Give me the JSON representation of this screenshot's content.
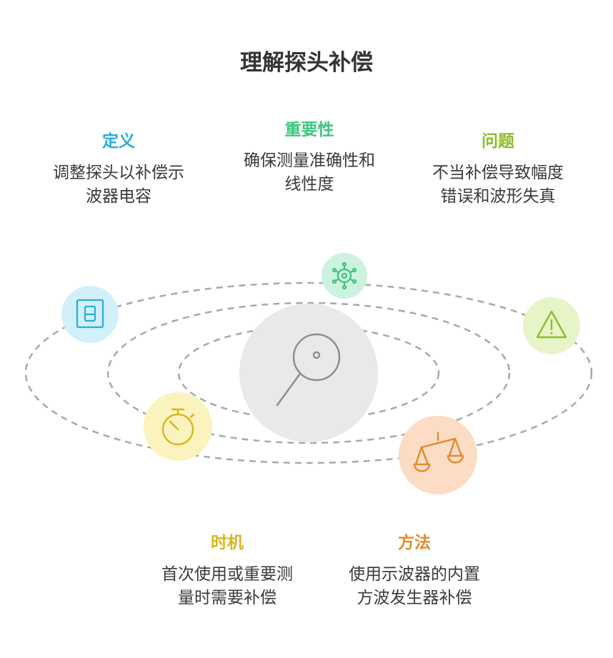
{
  "title": "理解探头补偿",
  "sections": {
    "definition": {
      "label": "定义",
      "desc_lines": [
        "调整探头以补偿示",
        "波器电容"
      ]
    },
    "importance": {
      "label": "重要性",
      "desc_lines": [
        "确保测量准确性和",
        "线性度"
      ]
    },
    "problem": {
      "label": "问题",
      "desc_lines": [
        "不当补偿导致幅度",
        "错误和波形失真"
      ]
    },
    "timing": {
      "label": "时机",
      "desc_lines": [
        "首次使用或重要测",
        "量时需要补偿"
      ]
    },
    "method": {
      "label": "方法",
      "desc_lines": [
        "使用示波器的内置",
        "方波发生器补偿"
      ]
    }
  },
  "colors": {
    "definition": "#2aaed8",
    "importance": "#3fc47f",
    "problem": "#8cbc2c",
    "timing": "#d9b61e",
    "method": "#e48a2e"
  },
  "icons": {
    "center": "magnifier-icon",
    "definition": "switch-icon",
    "importance": "gear-icon",
    "problem": "warning-icon",
    "timing": "stopwatch-icon",
    "method": "scales-icon"
  }
}
